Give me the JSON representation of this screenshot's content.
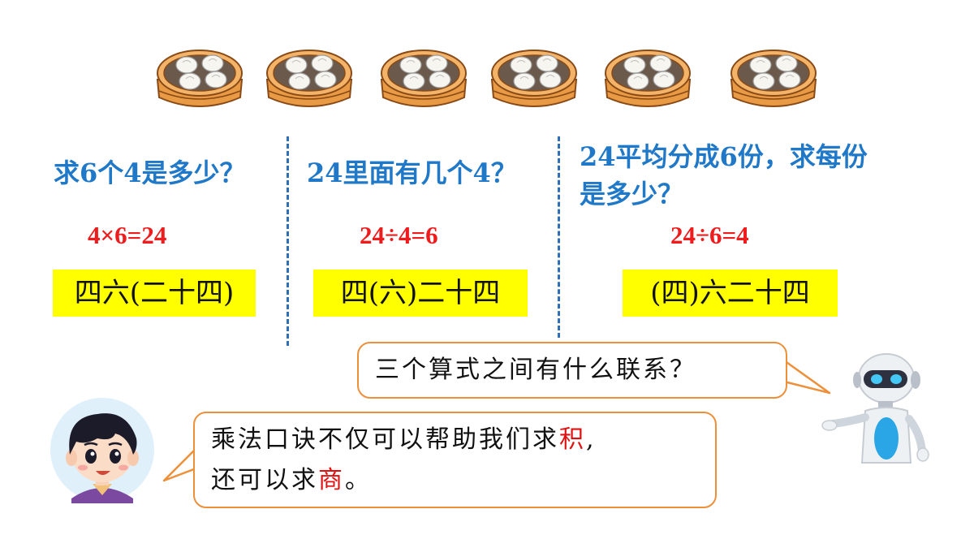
{
  "steamers": [
    {
      "icon": "steamed-buns-icon",
      "buns": 4
    },
    {
      "icon": "steamed-buns-icon",
      "buns": 4
    },
    {
      "icon": "steamed-buns-icon",
      "buns": 4
    },
    {
      "icon": "steamed-buns-icon",
      "buns": 4
    },
    {
      "icon": "steamed-buns-icon",
      "buns": 4
    },
    {
      "icon": "steamed-buns-icon",
      "buns": 4
    }
  ],
  "columns": [
    {
      "question": "求6个4是多少？",
      "equation": "4×6=24",
      "rhyme": "四六(二十四)"
    },
    {
      "question": "24里面有几个4？",
      "equation": "24÷4=6",
      "rhyme": "四(六)二十四"
    },
    {
      "question_line1": "24平均分成6份，求每份",
      "question_line2": "是多少？",
      "equation": "24÷6=4",
      "rhyme": "(四)六二十四"
    }
  ],
  "robot_bubble": {
    "text": "三个算式之间有什么联系？"
  },
  "boy_bubble": {
    "line1_prefix": "乘法口诀不仅可以帮助我们求",
    "line1_highlight": "积",
    "line1_suffix": ",",
    "line2_prefix": "还可以求",
    "line2_highlight": "商",
    "line2_suffix": "。"
  },
  "colors": {
    "question": "#1f78c8",
    "equation": "#ee1c1c",
    "highlight": "#ffff00",
    "bubble_border": "#ee8f3a",
    "divider": "#2e6fb7"
  },
  "characters": {
    "left": "boy-avatar",
    "right": "robot-icon"
  }
}
